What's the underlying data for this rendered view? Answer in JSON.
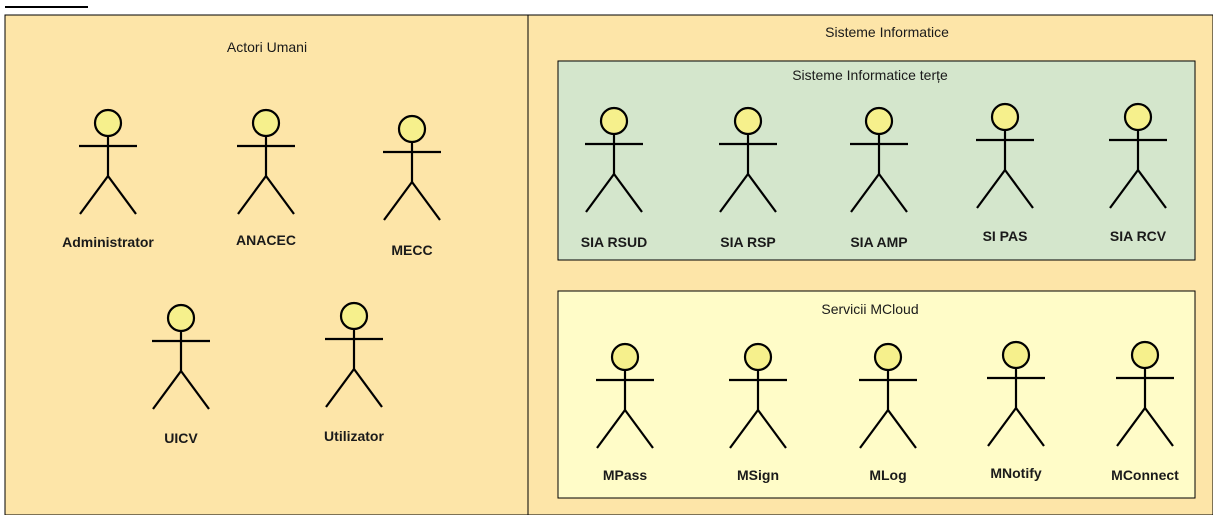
{
  "colors": {
    "panel": "#fde5a8",
    "third_party_box": "#d4e6cc",
    "mcloud_box": "#fffcc8",
    "border": "#000000",
    "actor_head": "#f6f08c"
  },
  "human_actors": {
    "title": "Actori Umani",
    "actors": [
      {
        "name": "Administrator",
        "icon": "stick-figure-icon"
      },
      {
        "name": "ANACEC",
        "icon": "stick-figure-icon"
      },
      {
        "name": "MECC",
        "icon": "stick-figure-icon"
      },
      {
        "name": "UICV",
        "icon": "stick-figure-icon"
      },
      {
        "name": "Utilizator",
        "icon": "stick-figure-icon"
      }
    ]
  },
  "information_systems": {
    "title": "Sisteme Informatice",
    "third_party": {
      "title": "Sisteme Informatice terțe",
      "actors": [
        {
          "name": "SIA RSUD",
          "icon": "stick-figure-icon"
        },
        {
          "name": "SIA RSP",
          "icon": "stick-figure-icon"
        },
        {
          "name": "SIA AMP",
          "icon": "stick-figure-icon"
        },
        {
          "name": "SI PAS",
          "icon": "stick-figure-icon"
        },
        {
          "name": "SIA RCV",
          "icon": "stick-figure-icon"
        }
      ]
    },
    "mcloud": {
      "title": "Servicii MCloud",
      "actors": [
        {
          "name": "MPass",
          "icon": "stick-figure-icon"
        },
        {
          "name": "MSign",
          "icon": "stick-figure-icon"
        },
        {
          "name": "MLog",
          "icon": "stick-figure-icon"
        },
        {
          "name": "MNotify",
          "icon": "stick-figure-icon"
        },
        {
          "name": "MConnect",
          "icon": "stick-figure-icon"
        }
      ]
    }
  }
}
